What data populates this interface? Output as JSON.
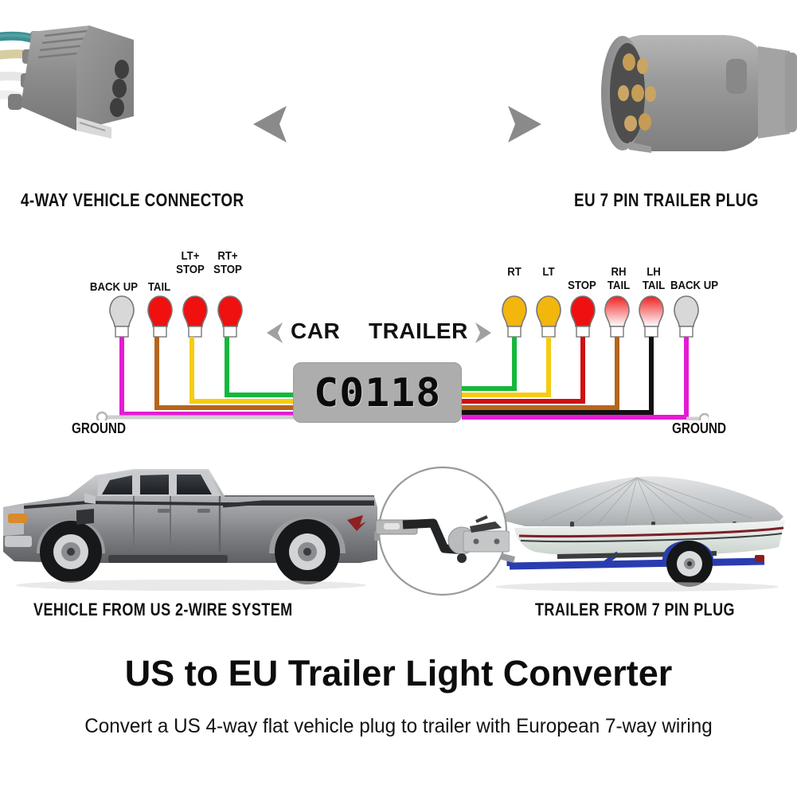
{
  "top": {
    "left_connector": {
      "caption": "4-WAY VEHICLE CONNECTOR",
      "icon": "4-way-flat-connector-photo",
      "body_color": "#8e8e8e",
      "wires": [
        "#3d8f93",
        "#d8cfa0",
        "#e3e3e3"
      ]
    },
    "right_connector": {
      "caption": "EU 7 PIN TRAILER PLUG",
      "icon": "eu-7-pin-plug-photo",
      "body_color": "#9d9d9d",
      "pin_color": "#c39a52",
      "pin_count": 7
    },
    "arrow_left": {
      "icon": "arrow-left-icon",
      "color": "#8a8a8a"
    },
    "arrow_right": {
      "icon": "arrow-right-icon",
      "color": "#8a8a8a"
    }
  },
  "wiring": {
    "module_label": "C0118",
    "module_color": "#adadad",
    "car_label": "CAR",
    "trailer_label": "TRAILER",
    "ground_left_label": "GROUND",
    "ground_right_label": "GROUND",
    "car_side": {
      "heading": "CAR",
      "bulbs": [
        {
          "label": "BACK UP",
          "bulb_color": "#d8d8d8",
          "wire_color": "#e41bd2",
          "lit": false
        },
        {
          "label": "TAIL",
          "bulb_color": "#f01010",
          "wire_color": "#b5651d",
          "lit": false
        },
        {
          "label": "LT+\nSTOP",
          "bulb_color": "#f01010",
          "wire_color": "#f5cc12",
          "lit": true
        },
        {
          "label": "RT+\nSTOP",
          "bulb_color": "#f01010",
          "wire_color": "#14b83c",
          "lit": true
        }
      ]
    },
    "trailer_side": {
      "heading": "TRAILER",
      "bulbs": [
        {
          "label": "RT",
          "bulb_color": "#f2b60d",
          "wire_color": "#14b83c",
          "lit": true
        },
        {
          "label": "LT",
          "bulb_color": "#f2b60d",
          "wire_color": "#f5cc12",
          "lit": true
        },
        {
          "label": "STOP",
          "bulb_color": "#ef1111",
          "wire_color": "#cc1111",
          "lit": false
        },
        {
          "label": "RH\nTAIL",
          "bulb_color": "#f06a6a",
          "wire_color": "#b5651d",
          "lit": false
        },
        {
          "label": "LH\nTAIL",
          "bulb_color": "#f06a6a",
          "wire_color": "#111111",
          "lit": false
        },
        {
          "label": "BACK UP",
          "bulb_color": "#d8d8d8",
          "wire_color": "#e41bd2",
          "lit": false
        }
      ]
    },
    "bus_left_colors": [
      "#14b83c",
      "#f5cc12",
      "#b5651d",
      "#e41bd2"
    ],
    "bus_right_colors": [
      "#14b83c",
      "#f5cc12",
      "#cc1111",
      "#b5651d",
      "#111111",
      "#e41bd2"
    ]
  },
  "photos": {
    "vehicle": {
      "caption": "VEHICLE FROM US 2-WIRE SYSTEM",
      "icon": "pickup-truck-photo",
      "body_color": "#a8a8aa"
    },
    "trailer": {
      "caption": "TRAILER FROM 7 PIN PLUG",
      "icon": "boat-on-trailer-photo",
      "cover_color": "#cfd3d4",
      "frame_color": "#2a3db0"
    },
    "magnifier": {
      "icon": "hitch-magnifier-circle",
      "border_color": "#9a9a9a"
    }
  },
  "titles": {
    "main": "US to EU Trailer Light Converter",
    "sub": "Convert a US 4-way flat vehicle plug to trailer with European 7-way wiring"
  }
}
